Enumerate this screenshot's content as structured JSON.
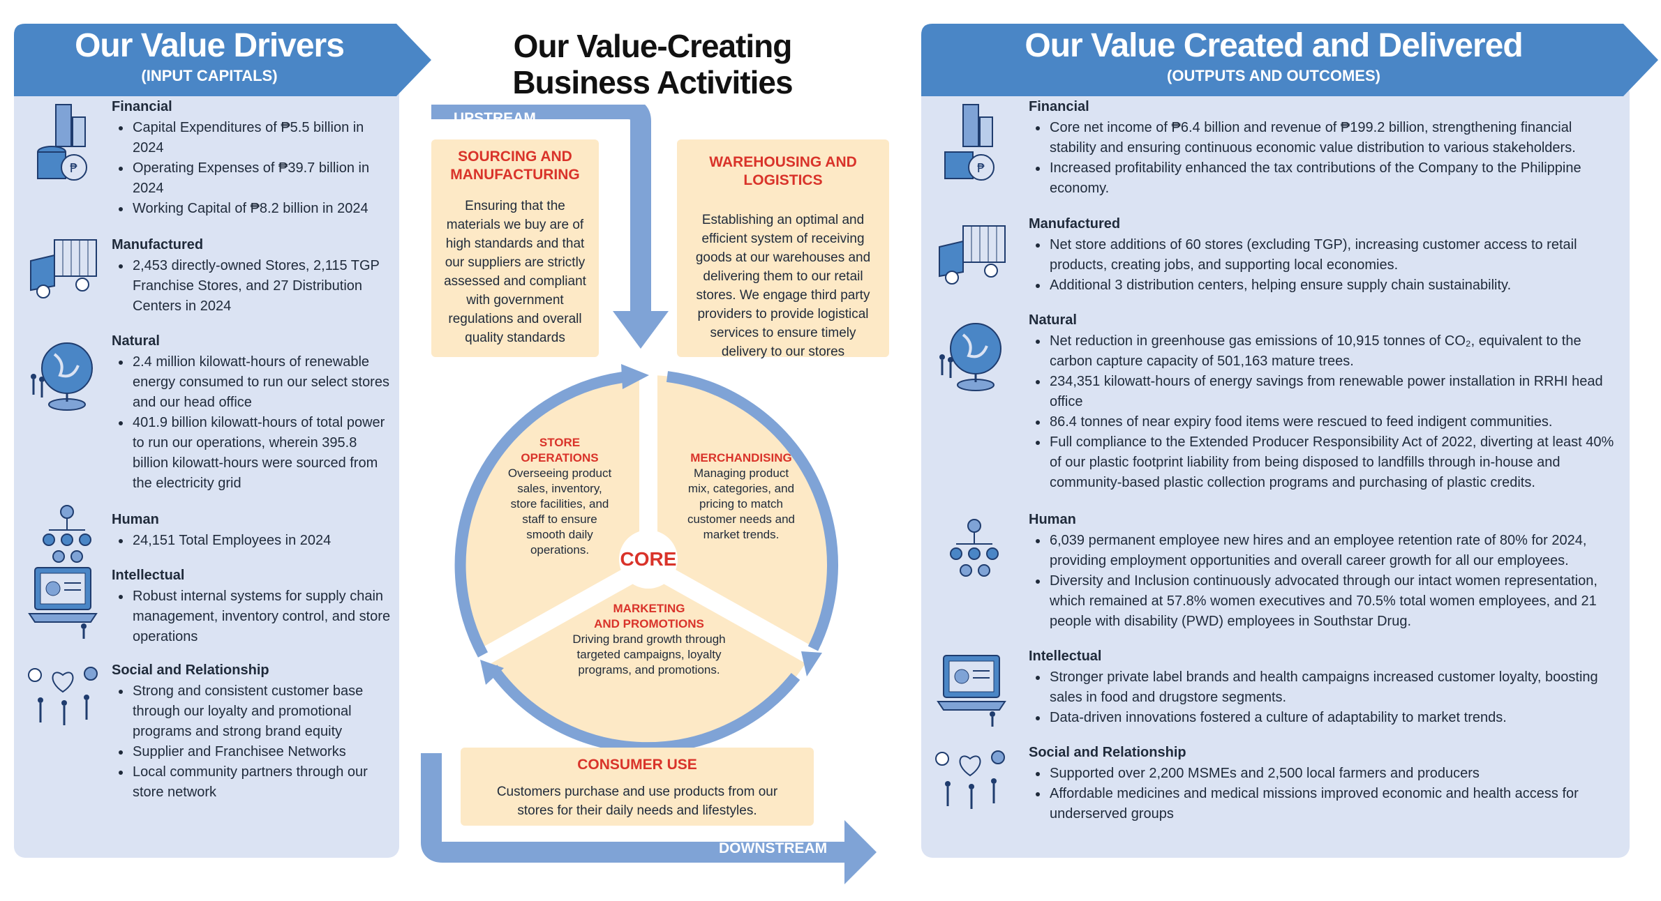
{
  "left": {
    "title": "Our Value Drivers",
    "subtitle": "(INPUT CAPITALS)",
    "sections": [
      {
        "title": "Financial",
        "items": [
          "Capital Expenditures of ₱5.5 billion in 2024",
          "Operating Expenses of ₱39.7 billion in 2024",
          "Working Capital of ₱8.2 billion in 2024"
        ]
      },
      {
        "title": "Manufactured",
        "items": [
          "2,453 directly-owned Stores, 2,115 TGP Franchise Stores, and 27 Distribution Centers in 2024"
        ]
      },
      {
        "title": "Natural",
        "items": [
          "2.4 million kilowatt-hours of renewable energy consumed to run our select stores and our head office",
          "401.9 billion kilowatt-hours of total power to run our operations, wherein 395.8 billion kilowatt-hours were sourced from the electricity grid"
        ]
      },
      {
        "title": "Human",
        "items": [
          "24,151 Total Employees in 2024"
        ]
      },
      {
        "title": "Intellectual",
        "items": [
          "Robust internal systems for supply chain management, inventory control, and store operations"
        ]
      },
      {
        "title": "Social and Relationship",
        "items": [
          "Strong and consistent customer base through our loyalty and promotional programs and strong brand equity",
          "Supplier and Franchisee Networks",
          "Local community partners through our store network"
        ]
      }
    ]
  },
  "center": {
    "title_line1": "Our Value-Creating",
    "title_line2": "Business Activities",
    "upstream": "UPSTREAM",
    "downstream": "DOWNSTREAM",
    "sourcing": {
      "title_line1": "SOURCING AND",
      "title_line2": "MANUFACTURING",
      "body": "Ensuring that the materials we buy are of high standards and that our suppliers are strictly assessed and compliant with government regulations and overall quality standards"
    },
    "warehousing": {
      "title": "WAREHOUSING AND LOGISTICS",
      "body": "Establishing an optimal and efficient system of receiving goods at our warehouses and delivering them to our retail stores. We engage third party providers to provide logistical services to ensure timely delivery to our stores"
    },
    "core": "CORE",
    "store_ops": {
      "title_line1": "STORE",
      "title_line2": "OPERATIONS",
      "body": "Overseeing product sales, inventory, store facilities, and staff to ensure smooth daily operations."
    },
    "merch": {
      "title": "MERCHANDISING",
      "body": "Managing product mix, categories, and pricing to match customer needs and market trends."
    },
    "marketing": {
      "title_line1": "MARKETING",
      "title_line2": "AND PROMOTIONS",
      "body": "Driving brand growth through targeted campaigns, loyalty programs, and promotions."
    },
    "consumer": {
      "title": "CONSUMER USE",
      "body": "Customers purchase and use products from our stores for their daily needs and lifestyles."
    }
  },
  "right": {
    "title": "Our Value Created and Delivered",
    "subtitle": "(OUTPUTS AND OUTCOMES)",
    "sections": [
      {
        "title": "Financial",
        "items": [
          "Core net income of ₱6.4 billion and revenue of ₱199.2 billion, strengthening financial stability and ensuring continuous economic value distribution to various stakeholders.",
          "Increased profitability enhanced the tax contributions of the Company to the Philippine economy."
        ]
      },
      {
        "title": "Manufactured",
        "items": [
          "Net store additions of 60 stores (excluding TGP), increasing customer access to retail products, creating jobs, and supporting local economies.",
          "Additional 3 distribution centers, helping ensure supply chain sustainability."
        ]
      },
      {
        "title": "Natural",
        "items": [
          "Net reduction in greenhouse gas emissions of 10,915 tonnes of CO₂, equivalent to the carbon capture capacity of 501,163 mature trees.",
          "234,351 kilowatt-hours of energy savings from renewable power installation in RRHI head office",
          "86.4 tonnes of near expiry food items were rescued to feed indigent communities.",
          "Full compliance to the Extended Producer Responsibility Act of 2022, diverting at least 40% of our plastic footprint liability from being disposed to landfills through in-house and community-based plastic collection programs and purchasing of plastic credits."
        ]
      },
      {
        "title": "Human",
        "items": [
          "6,039 permanent employee new hires and an employee retention rate of 80% for 2024, providing employment opportunities and overall career growth for all our employees.",
          "Diversity and Inclusion continuously advocated through our intact women representation, which remained at 57.8% women executives and 70.5% total women employees, and 21 people with disability (PWD) employees in Southstar Drug."
        ]
      },
      {
        "title": "Intellectual",
        "items": [
          "Stronger private label brands and health campaigns increased customer loyalty, boosting sales in food and drugstore segments.",
          "Data-driven innovations fostered a culture of adaptability to market trends."
        ]
      },
      {
        "title": "Social and Relationship",
        "items": [
          "Supported over 2,200 MSMEs and 2,500 local farmers and producers",
          "Affordable medicines and medical missions improved economic and health access for underserved groups"
        ]
      }
    ]
  },
  "colors": {
    "blue": "#4a86c6",
    "panel": "#dbe3f3",
    "box": "#fde9c6",
    "accent_red": "#d9332a",
    "arrow": "#7fa3d6"
  },
  "icons": [
    "coins-chart-icon",
    "truck-icon",
    "globe-icon",
    "org-chart-icon",
    "laptop-icon",
    "people-heart-icon"
  ]
}
